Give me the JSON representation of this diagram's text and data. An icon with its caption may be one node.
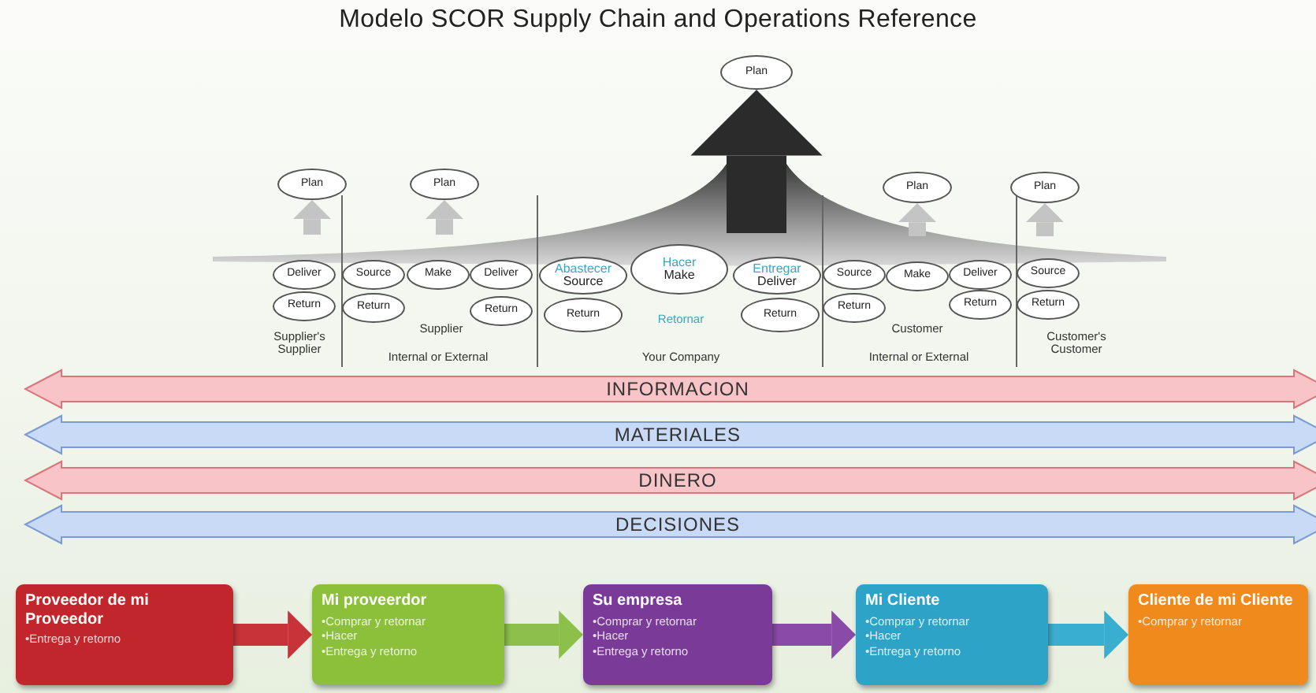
{
  "diagram": {
    "title": "Modelo SCOR Supply Chain and Operations Reference",
    "nodes": [
      {
        "text": [
          "Plan"
        ]
      },
      {
        "text": [
          "Plan"
        ]
      },
      {
        "text": [
          "Plan"
        ]
      },
      {
        "text": [
          "Plan"
        ]
      },
      {
        "text": [
          "Plan"
        ]
      },
      {
        "text": [
          "Deliver"
        ]
      },
      {
        "text": [
          "Return"
        ]
      },
      {
        "text": [
          "Source"
        ]
      },
      {
        "text": [
          "Make"
        ]
      },
      {
        "text": [
          "Deliver"
        ]
      },
      {
        "text": [
          "Return"
        ]
      },
      {
        "text": [
          "Return"
        ]
      },
      {
        "text": [
          "Abastecer",
          "Source"
        ]
      },
      {
        "text": [
          "Hacer",
          "Make"
        ]
      },
      {
        "text": [
          "Entregar",
          "Deliver"
        ]
      },
      {
        "text": [
          "Return"
        ]
      },
      {
        "text": [
          "Return"
        ]
      },
      {
        "text": [
          "Source"
        ]
      },
      {
        "text": [
          "Make"
        ]
      },
      {
        "text": [
          "Deliver"
        ]
      },
      {
        "text": [
          "Return"
        ]
      },
      {
        "text": [
          "Return"
        ]
      },
      {
        "text": [
          "Source"
        ]
      },
      {
        "text": [
          "Return"
        ]
      },
      {
        "text": [
          "INFORMACION"
        ]
      },
      {
        "text": [
          "MATERIALES"
        ]
      },
      {
        "text": [
          "DINERO"
        ]
      },
      {
        "text": [
          "DECISIONES"
        ]
      },
      {
        "text": [
          "Proveedor de mi Proveedor",
          "•Entrega y retorno"
        ]
      },
      {
        "text": [
          "Mi proveerdor",
          "•Comprar y retornar",
          "•Hacer",
          "•Entrega y retorno"
        ]
      },
      {
        "text": [
          "Su empresa",
          "•Comprar y retornar",
          "•Hacer",
          "•Entrega y retorno"
        ]
      },
      {
        "text": [
          "Mi Cliente",
          "•Comprar y retornar",
          "•Hacer",
          "•Entrega y retorno"
        ]
      },
      {
        "text": [
          "Cliente de mi Cliente",
          "•Comprar y retornar"
        ]
      }
    ],
    "edges": [
      {
        "from": null,
        "to": 0,
        "arrow": "to",
        "style": "thick",
        "color": "#2b2b2b"
      },
      {
        "from": null,
        "to": 1,
        "arrow": "to",
        "color": "#c4c4c4"
      },
      {
        "from": null,
        "to": 2,
        "arrow": "to",
        "color": "#c4c4c4"
      },
      {
        "from": null,
        "to": 3,
        "arrow": "to",
        "color": "#c4c4c4"
      },
      {
        "from": null,
        "to": 4,
        "arrow": "to",
        "color": "#c4c4c4"
      },
      {
        "from": 28,
        "to": 29,
        "arrow": "to",
        "color": "#c8333a"
      },
      {
        "from": 29,
        "to": 30,
        "arrow": "to",
        "color": "#8cc04a"
      },
      {
        "from": 30,
        "to": 31,
        "arrow": "to",
        "color": "#8a4aa8"
      },
      {
        "from": 31,
        "to": 32,
        "arrow": "to",
        "color": "#3aaed0"
      }
    ],
    "labels": [
      "Retornar",
      "Supplier's Supplier",
      "Supplier",
      "Customer",
      "Customer's Customer",
      "Internal or External",
      "Your Company",
      "Internal or External"
    ]
  }
}
